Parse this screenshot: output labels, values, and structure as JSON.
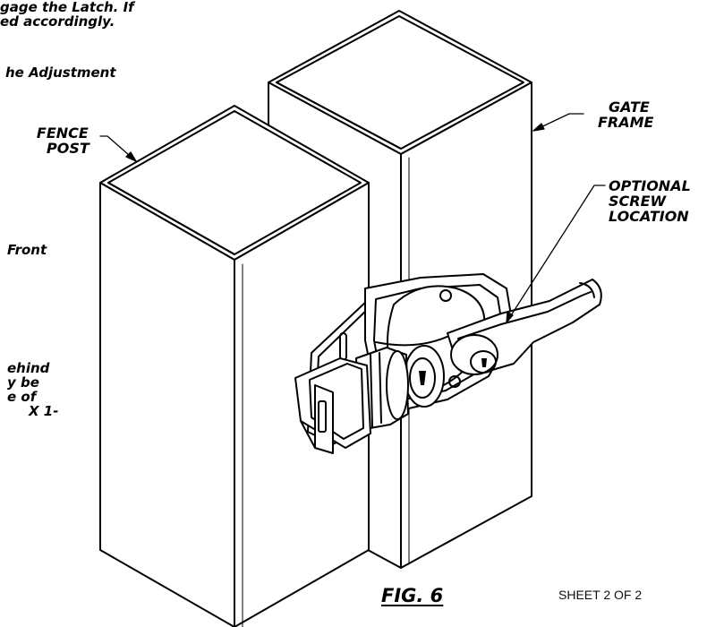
{
  "left_note_fragments": [
    [
      "gage the Latch. If",
      "ed accordingly."
    ],
    [
      "he Adjustment"
    ],
    [
      "Front"
    ],
    [
      "ehind",
      "y be",
      "e of",
      "X 1-"
    ]
  ],
  "callouts": {
    "fence_post": [
      "FENCE",
      "POST"
    ],
    "gate_frame": [
      "GATE",
      "FRAME"
    ],
    "optional_screw": [
      "OPTIONAL",
      "SCREW",
      "LOCATION"
    ]
  },
  "figure_label": "FIG. 6",
  "sheet_label": "SHEET 2 OF 2"
}
